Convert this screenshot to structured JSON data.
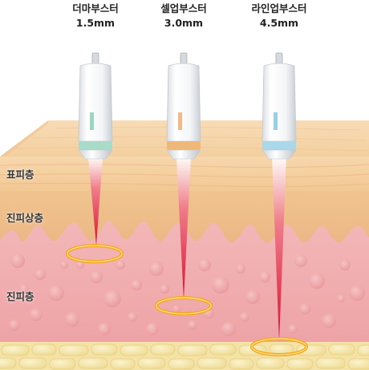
{
  "devices": [
    {
      "name": "더마부스터",
      "depth": "1.5mm",
      "band_color": "#a8dcc8"
    },
    {
      "name": "셀업부스터",
      "depth": "3.0mm",
      "band_color": "#f0b878"
    },
    {
      "name": "라인업부스터",
      "depth": "4.5mm",
      "band_color": "#a8d8ea"
    }
  ],
  "layers": {
    "epidermis": "표피층",
    "upper_dermis": "진피상층",
    "dermis": "진피층"
  },
  "colors": {
    "laser": "#e8243c",
    "ring": "#f4a820",
    "epidermis": "#f6d3a6",
    "upper_dermis": "#efbf8a",
    "dermis": "#f2b2b5",
    "fat": "#f7eab0"
  }
}
